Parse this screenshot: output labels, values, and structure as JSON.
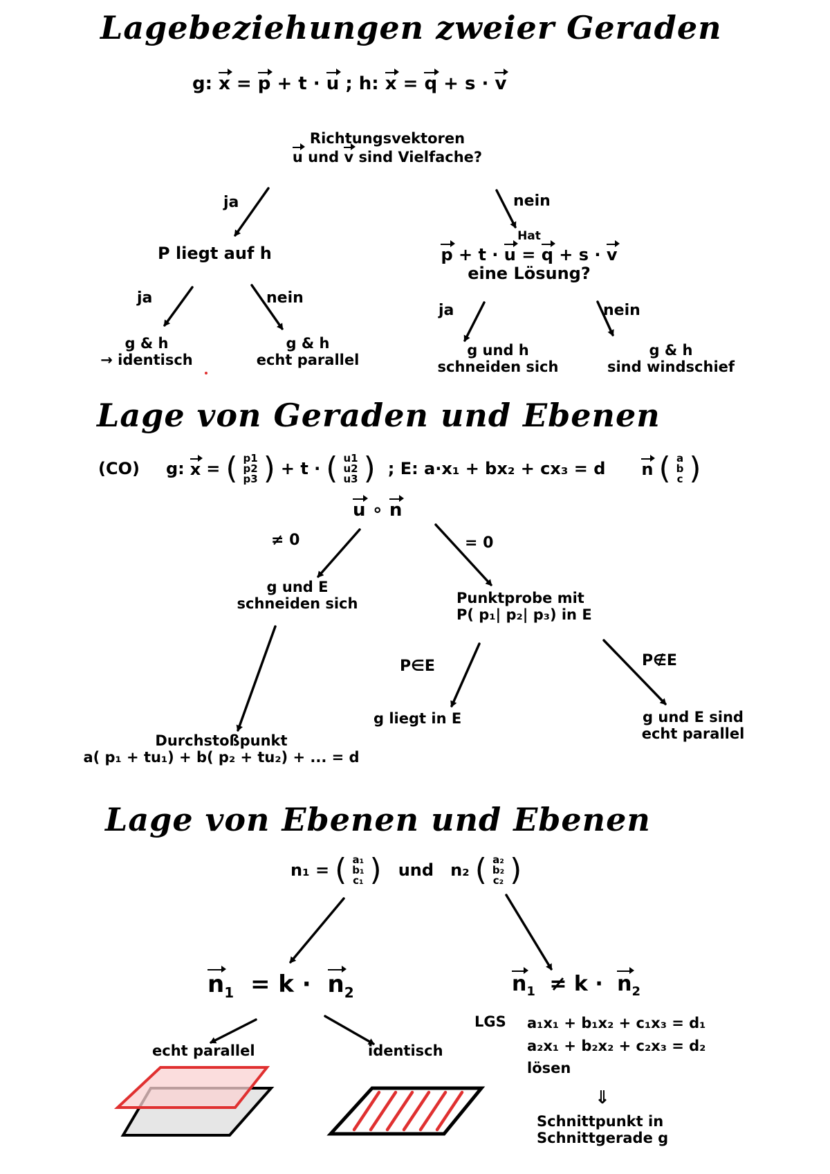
{
  "section1": {
    "title": "Lagebeziehungen zweier Geraden",
    "eq_g_prefix": "g:",
    "eq_x": "x",
    "eq_eq": "=",
    "eq_p": "p",
    "eq_plus_t": "+ t ·",
    "eq_u": "u",
    "eq_sep": "; h:",
    "eq_q": "q",
    "eq_plus_s": "+ s ·",
    "eq_v": "v",
    "question_line1": "Richtungsvektoren",
    "question_u": "u",
    "question_and": "und",
    "question_v": "v",
    "question_end": "sind Vielfache?",
    "yes": "ja",
    "no": "nein",
    "left_node": "P liegt auf h",
    "right_node_small": "Hat",
    "right_node_eq_p": "p",
    "right_node_eq_plus_t": "+ t ·",
    "right_node_eq_u": "u",
    "right_node_eq_eq": "=",
    "right_node_eq_q": "q",
    "right_node_eq_plus_s": "+ s ·",
    "right_node_eq_v": "v",
    "right_node_line3": "eine Lösung?",
    "leaf_identical_1": "g & h",
    "leaf_identical_2": "→ identisch",
    "leaf_parallel_1": "g & h",
    "leaf_parallel_2": "echt parallel",
    "leaf_intersect_1": "g und h",
    "leaf_intersect_2": "schneiden sich",
    "leaf_skew_1": "g & h",
    "leaf_skew_2": "sind windschief"
  },
  "section2": {
    "title": "Lage von Geraden und Ebenen",
    "label_co": "(CO)",
    "eq_g": "g:",
    "eq_x": "x",
    "eq_eq": "=",
    "p_components": [
      "p1",
      "p2",
      "p3"
    ],
    "eq_plus_t": "+ t ·",
    "u_components": [
      "u1",
      "u2",
      "u3"
    ],
    "eq_E": "; E:  a·x₁ + bx₂ + cx₃ = d",
    "eq_n": "n",
    "n_components": [
      "a",
      "b",
      "c"
    ],
    "dot_u": "u",
    "dot_op": "∘",
    "dot_n": "n",
    "neq0": "≠ 0",
    "eq0": "= 0",
    "node_intersect_1": "g und E",
    "node_intersect_2": "schneiden sich",
    "node_probe_1": "Punktprobe mit",
    "node_probe_2": "P( p₁| p₂| p₃) in E",
    "p_in_E": "P∈E",
    "p_notin_E": "P∉E",
    "leaf_lies": "g liegt in E",
    "leaf_parallel_1": "g und E sind",
    "leaf_parallel_2": "echt parallel",
    "leaf_pierce_1": "Durchstoßpunkt",
    "leaf_pierce_2": "a( p₁ + tu₁) + b( p₂ + tu₂) + ... = d"
  },
  "section3": {
    "title": "Lage von Ebenen und Ebenen",
    "n1": "n₁ =",
    "n1_components": [
      "a₁",
      "b₁",
      "c₁"
    ],
    "and": "und",
    "n2": "n₂",
    "n2_components": [
      "a₂",
      "b₂",
      "c₂"
    ],
    "left_n1": "n",
    "left_sub1": "1",
    "left_eq_k": "=  k ·",
    "left_n2": "n",
    "left_sub2": "2",
    "right_n1": "n",
    "right_sub1": "1",
    "right_neq_k": "≠  k ·",
    "right_n2": "n",
    "right_sub2": "2",
    "leaf_parallel": "echt parallel",
    "leaf_identical": "identisch",
    "lgs_label": "LGS",
    "lgs_line1": "a₁x₁ + b₁x₂ + c₁x₃ = d₁",
    "lgs_line2": "a₂x₁ + b₂x₂ + c₂x₃ = d₂",
    "lgs_line3": "lösen",
    "arrow_down": "⇓",
    "result_1": "Schnittpunkt in",
    "result_2": "Schnittgerade g"
  },
  "colors": {
    "ink": "#000000",
    "accent_red": "#e03030",
    "plane_fill_gray": "#e6e6e6",
    "plane_fill_pink": "#f9d2d2"
  }
}
